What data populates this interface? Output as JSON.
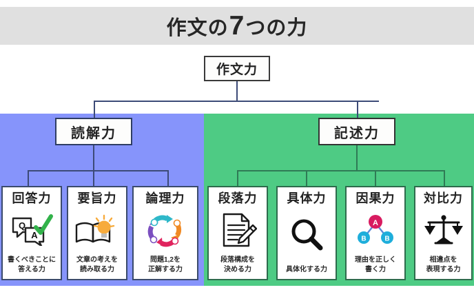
{
  "header": {
    "title_pre": "作文の",
    "title_num": "7",
    "title_post": "つの力"
  },
  "diagram": {
    "root": {
      "label": "作文力"
    },
    "branches": [
      {
        "label": "読解力",
        "color": "#8694fb"
      },
      {
        "label": "記述力",
        "color": "#4ecb84"
      }
    ],
    "cards": [
      {
        "title": "回答力",
        "caption": "書くべきことに\n答える力",
        "icon": "qa-bubbles-check-icon",
        "group": "left"
      },
      {
        "title": "要旨力",
        "caption": "文章の考えを\n読み取る力",
        "icon": "open-book-lightbulb-icon",
        "group": "left"
      },
      {
        "title": "論理力",
        "caption": "問題1,2を\n正解する力",
        "icon": "cycle-arrows-icon",
        "group": "left"
      },
      {
        "title": "段落力",
        "caption": "段落構成を\n決める力",
        "icon": "document-pencil-icon",
        "group": "right"
      },
      {
        "title": "具体力",
        "caption": "具体化する力",
        "icon": "magnifying-glass-icon",
        "group": "right"
      },
      {
        "title": "因果力",
        "caption": "理由を正しく\n書く力",
        "icon": "cause-effect-tree-icon",
        "group": "right"
      },
      {
        "title": "対比力",
        "caption": "相違点を\n表現する力",
        "icon": "balance-scales-icon",
        "group": "right"
      }
    ]
  },
  "colors": {
    "header_band": "#e0e0e0",
    "reading_region": "#8694fb",
    "writing_region": "#4ecb84",
    "check_green": "#32b24a",
    "bulb_orange": "#f7ab3c",
    "node_a_pink": "#d81b60",
    "node_b_cyan": "#1eaedb"
  }
}
